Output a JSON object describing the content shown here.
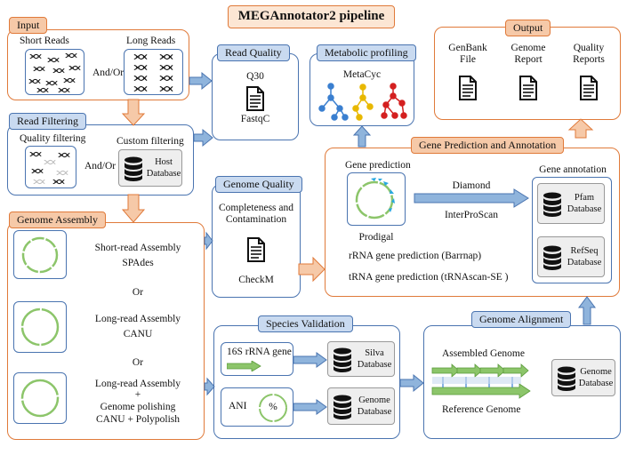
{
  "title": "MEGAnnotator2 pipeline",
  "input": {
    "tab": "Input",
    "short_reads": "Short Reads",
    "long_reads": "Long Reads",
    "and_or": "And/Or"
  },
  "read_filtering": {
    "tab": "Read Filtering",
    "quality": "Quality filtering",
    "custom": "Custom filtering",
    "and_or": "And/Or",
    "db": "Host Database"
  },
  "read_quality": {
    "tab": "Read Quality",
    "q30": "Q30",
    "tool": "FastqC"
  },
  "metabolic": {
    "tab": "Metabolic profiling",
    "db": "MetaCyc"
  },
  "output": {
    "tab": "Output",
    "items": [
      "GenBank File",
      "Genome Report",
      "Quality Reports"
    ]
  },
  "genome_assembly": {
    "tab": "Genome Assembly",
    "short": "Short-read Assembly",
    "short_tool": "SPAdes",
    "or": "Or",
    "long": "Long-read Assembly",
    "long_tool": "CANU",
    "polish_1": "Long-read Assembly",
    "polish_plus": "+",
    "polish_2": "Genome polishing",
    "polish_tool": "CANU + Polypolish"
  },
  "genome_quality": {
    "tab": "Genome Quality",
    "text": "Completeness and Contamination",
    "tool": "CheckM"
  },
  "gene_prediction": {
    "tab": "Gene Prediction and Annotation",
    "prediction": "Gene prediction",
    "prodigal": "Prodigal",
    "diamond": "Diamond",
    "interpro": "InterProScan",
    "annotation": "Gene annotation",
    "pfam": "Pfam Database",
    "refseq": "RefSeq Database",
    "rrna": "rRNA gene prediction (Barrnap)",
    "trna": "tRNA gene prediction (tRNAscan-SE )"
  },
  "species_validation": {
    "tab": "Species Validation",
    "rrna": "16S rRNA gene",
    "silva": "Silva Database",
    "ani": "ANI",
    "percent": "%",
    "genome_db": "Genome Database"
  },
  "genome_alignment": {
    "tab": "Genome Alignment",
    "assembled": "Assembled Genome",
    "reference": "Reference Genome",
    "db": "Genome Database"
  },
  "colors": {
    "orange": "#e07a3a",
    "orange_fill": "#f6c9a8",
    "blue": "#4a74b0",
    "blue_fill": "#c9daf0",
    "green": "#8cc56a",
    "arrow_blue": "#8fb4dc"
  }
}
